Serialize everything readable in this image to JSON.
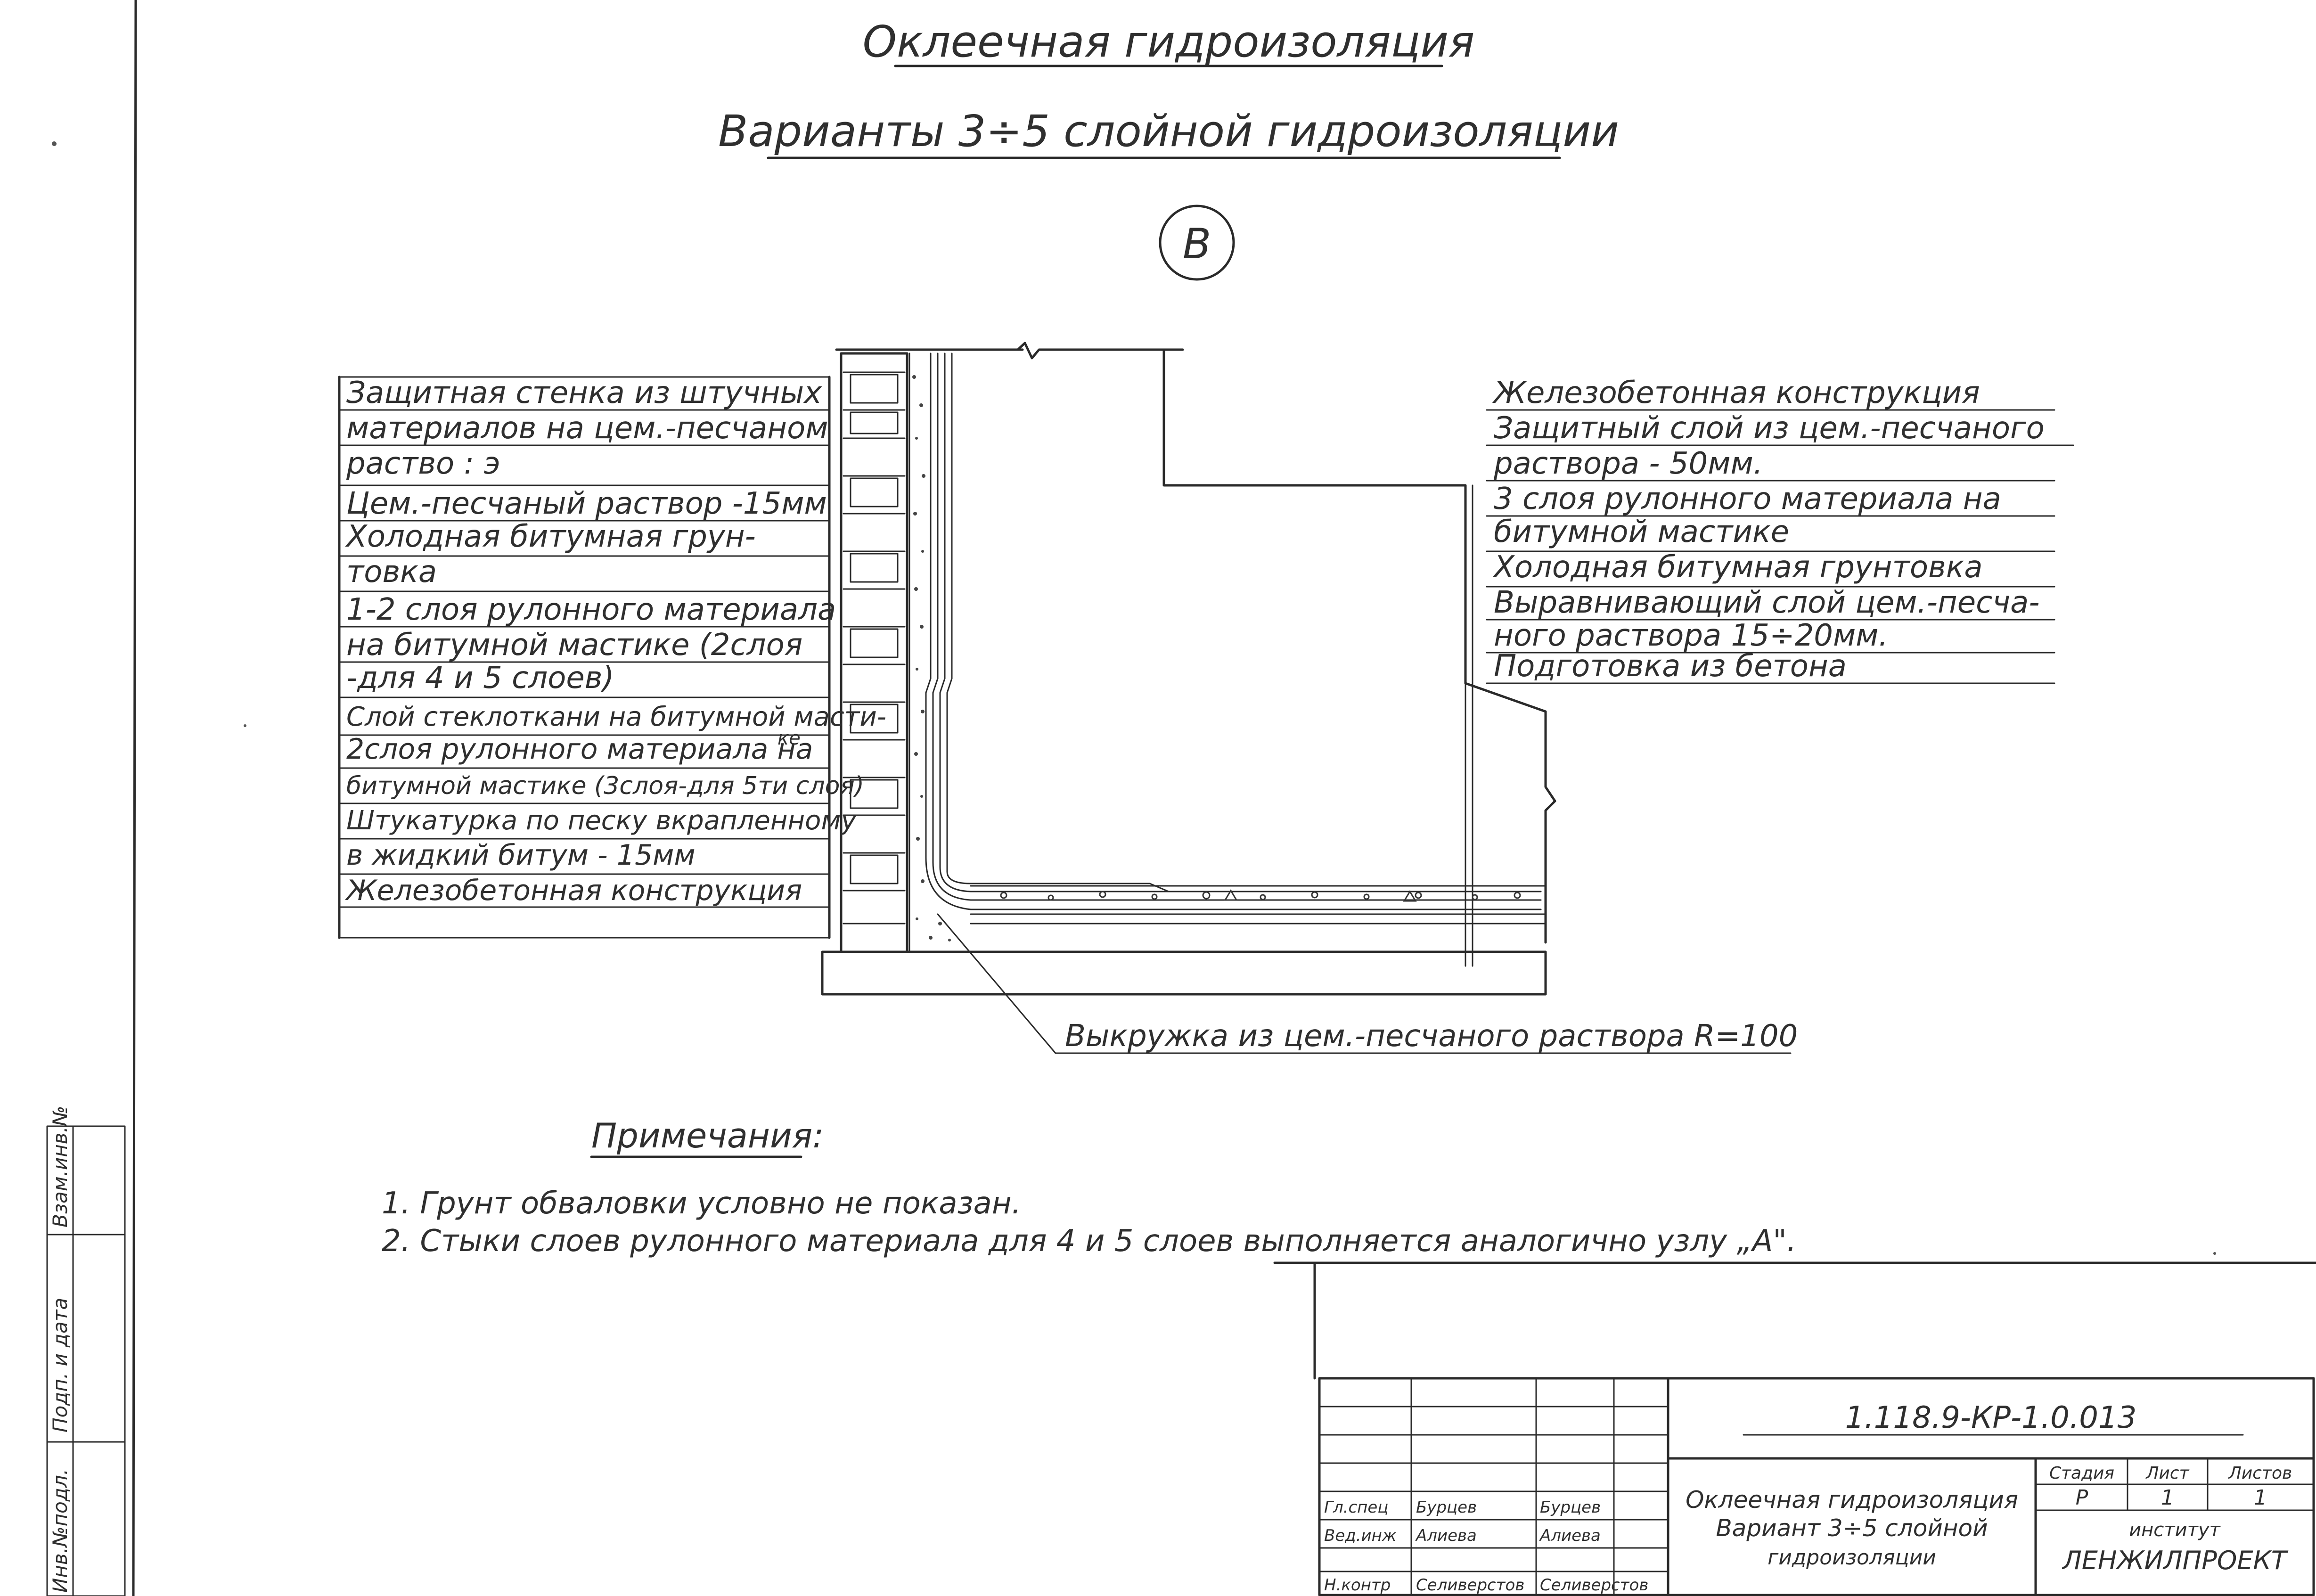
{
  "title": "Оклеечная гидроизоляция",
  "subtitle": "Варианты 3÷5 слойной гидроизоляции",
  "node_label": "В",
  "left_labels": [
    "Защитная стенка из штучных",
    "материалов на цем.-песчаном",
    "раство : э",
    "Цем.-песчаный раствор -15мм",
    "Холодная битумная грун-",
    "товка",
    "1-2 слоя рулонного материала",
    "на битумной мастике (2слоя",
    "-для 4 и 5 слоев)",
    "Слой стеклоткани на битумной масти-",
    "2слоя рулонного материала на",
    "битумной мастике (3слоя-для 5ти слоя)",
    "Штукатурка по песку вкрапленному",
    "в жидкий битум - 15мм",
    "Железобетонная конструкция"
  ],
  "left_superscript": "ке",
  "right_labels": [
    "Железобетонная конструкция",
    "Защитный слой из цем.-песчаного",
    "раствора - 50мм.",
    "3 слоя рулонного материала на",
    "битумной мастике",
    "Холодная битумная грунтовка",
    "Выравнивающий слой цем.-песча-",
    "ного раствора 15÷20мм.",
    "Подготовка из бетона"
  ],
  "bottom_callout": "Выкружка из цем.-песчаного раствора R=100",
  "notes_heading": "Примечания:",
  "notes": [
    "1. Грунт обваловки условно не показан.",
    "2. Стыки слоев рулонного материала для 4 и 5 слоев выполняется аналогично узлу „А\"."
  ],
  "title_block": {
    "doc_code": "1.118.9-КР-1.0.013",
    "sheet_title": [
      "Оклеечная гидроизоляция",
      "Вариант 3÷5 слойной",
      "гидроизоляции"
    ],
    "header_stage": "Стадия",
    "header_sheet": "Лист",
    "header_sheets": "Листов",
    "stage_value": "Р",
    "sheet_value": "1",
    "sheets_value": "1",
    "institute_label": "институт",
    "institute_name": "ЛЕНЖИЛПРОЕКТ",
    "signature_rows": [
      [
        "Гл.спец",
        "Бурцев",
        "Бурцев"
      ],
      [
        "Вед.инж",
        "Алиева",
        "Алиева"
      ],
      [
        "Н.контр",
        "Селиверстов",
        "Селиверстов"
      ]
    ]
  },
  "margin_stamp": [
    "Взам.инв.№",
    "Подп. и дата",
    "Инв.№подл."
  ]
}
